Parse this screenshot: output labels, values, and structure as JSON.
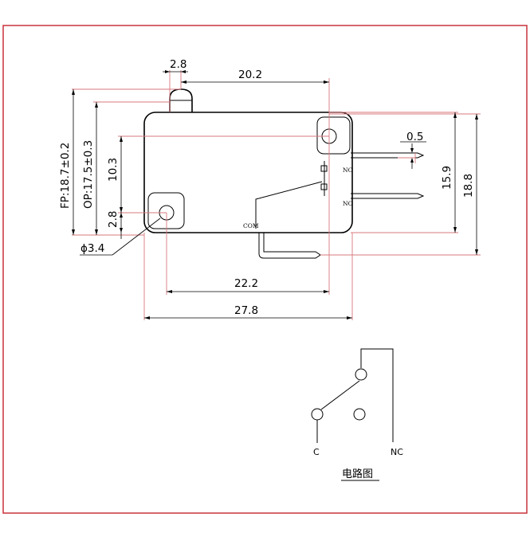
{
  "dimensions": {
    "d_2_8_top": "2.8",
    "d_20_2": "20.2",
    "d_0_5": "0.5",
    "d_15_9": "15.9",
    "d_18_8": "18.8",
    "d_fp": "FP:18.7±0.2",
    "d_op": "OP:17.5±0.3",
    "d_10_3": "10.3",
    "d_2_8_left": "2.8",
    "d_phi": "ϕ3.4",
    "d_22_2": "22.2",
    "d_27_8": "27.8"
  },
  "terminals": {
    "nc": "NC",
    "no": "NO",
    "com": "COM"
  },
  "circuit": {
    "c_label": "C",
    "nc_label": "NC",
    "caption": "电路图"
  },
  "colors": {
    "frame": "#c8323c",
    "extension_lines": "#d9797e",
    "outline": "#000000"
  }
}
